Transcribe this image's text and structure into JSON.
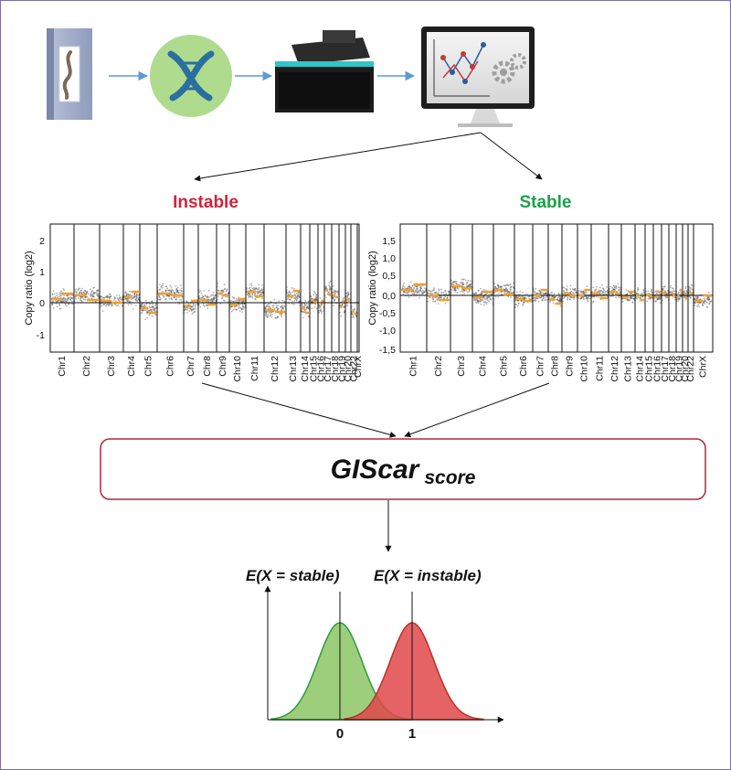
{
  "pipeline": {
    "steps": [
      "tissue-slide-icon",
      "dna-icon",
      "sequencer-icon",
      "computer-analysis-icon"
    ]
  },
  "panels": {
    "instable": {
      "title": "Instable",
      "ylabel": "Copy ratio (log2)",
      "yticks": [
        "2",
        "1",
        "0",
        "-1"
      ],
      "chromosomes": [
        "Chr1",
        "Chr2",
        "Chr3",
        "Chr4",
        "Chr5",
        "Chr6",
        "Chr7",
        "Chr8",
        "Chr9",
        "Chr10",
        "Chr11",
        "Chr12",
        "Chr13",
        "Chr14",
        "Chr15",
        "Chr16",
        "Chr17",
        "Chr18",
        "Chr19",
        "Chr20",
        "Chr22",
        "ChrX"
      ]
    },
    "stable": {
      "title": "Stable",
      "ylabel": "Copy ratio (log2)",
      "yticks": [
        "1,5",
        "1,0",
        "0,5",
        "0,0",
        "-0,5",
        "-1,0",
        "-1,5"
      ],
      "chromosomes": [
        "Chr1",
        "Chr2",
        "Chr3",
        "Chr4",
        "Chr5",
        "Chr6",
        "Chr7",
        "Chr8",
        "Chr9",
        "Chr10",
        "Chr11",
        "Chr12",
        "Chr13",
        "Chr14",
        "Chr15",
        "Chr16",
        "Chr17",
        "Chr18",
        "Chr19",
        "Chr20",
        "Chr22",
        "ChrX"
      ]
    }
  },
  "score": {
    "main": "GIScar",
    "sub": "score"
  },
  "distribution": {
    "label_stable": "E(X = stable)",
    "label_instable": "E(X = instable)",
    "tick_zero": "0",
    "tick_one": "1"
  },
  "colors": {
    "instable_title": "#d0243a",
    "stable_title": "#1aa14a",
    "segment": "#f5a02a",
    "scatter": "#555555",
    "score_box_border": "#b2263a",
    "stable_curve": "#8cc665",
    "instable_curve": "#e0464a",
    "arrow_blue": "#5b9bd5"
  }
}
